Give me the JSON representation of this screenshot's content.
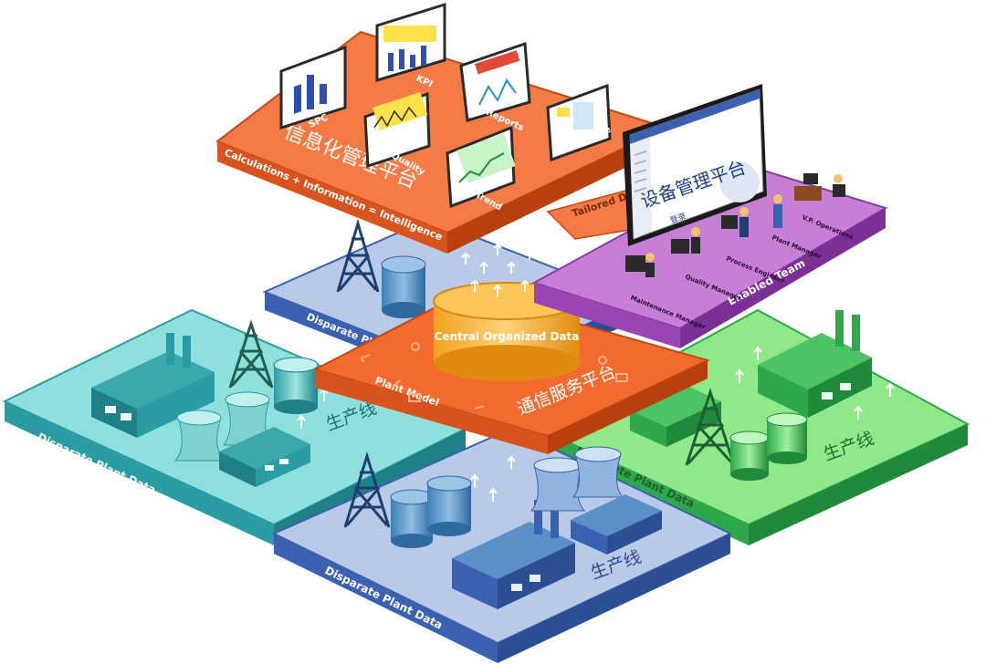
{
  "top_platform": {
    "title_cn": "信息化管理平台",
    "tagline": "Calculations + Information = Intelligence",
    "cards": {
      "spc": "SPC",
      "kpi": "KPI",
      "quality": "Quality",
      "reports": "Reports",
      "trend": "Trend",
      "downtime": "Downtime"
    }
  },
  "tailored_delivery": "Tailored Delivery",
  "team_platform": {
    "title": "Enabled Team",
    "screen_title_cn": "设备管理平台",
    "screen_footer": "登录",
    "roles": [
      "Maintenance Manager",
      "Quality Manager",
      "Process Engineer",
      "Plant Manager",
      "V.P. Operations"
    ]
  },
  "core_platform": {
    "central_data": "Central Organized Data",
    "model_label": "Plant Model",
    "title_cn": "通信服务平台"
  },
  "plants": {
    "left": {
      "label": "Disparate Plant Data",
      "line_cn": "生产线"
    },
    "back": {
      "label": "Disparate Plant Data"
    },
    "right": {
      "label": "Disparate Plant Data",
      "line_cn": "生产线"
    },
    "bottom": {
      "label": "Disparate Plant Data",
      "line_cn": "生产线"
    }
  },
  "colors": {
    "orange_top": "#f47b45",
    "orange_side": "#d9531f",
    "core_top": "#f26a2e",
    "cylinder": "#f5a623",
    "purple_top": "#c77fd6",
    "purple_side": "#9b45b5",
    "teal_top": "#8fe0dc",
    "teal_side": "#2a9ca3",
    "green_top": "#8fe88a",
    "green_side": "#2da84b",
    "blue_top": "#b9c9e8",
    "blue_side": "#3a62b0",
    "factory": "#4d8fc4"
  }
}
